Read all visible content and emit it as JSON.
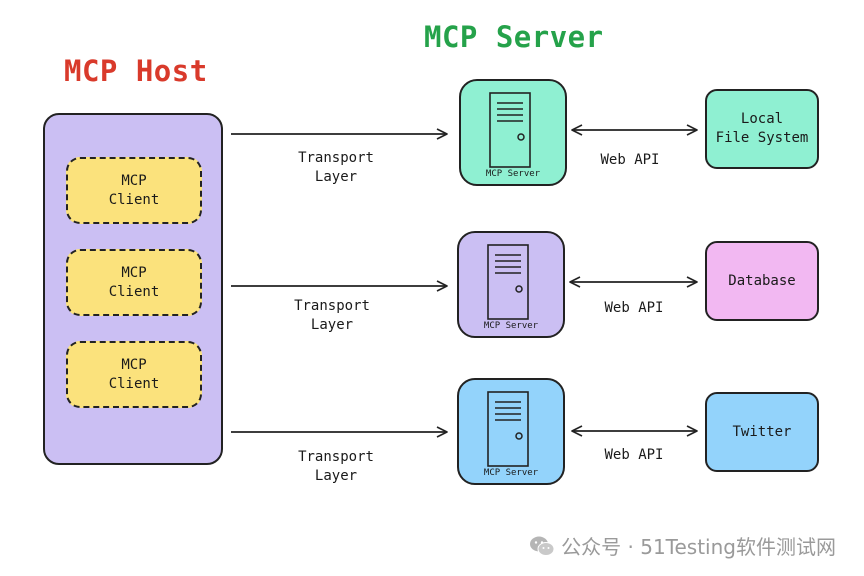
{
  "colors": {
    "host_title": "#d93a2b",
    "server_title": "#25a24a",
    "host_box": "#cbbff3",
    "client_box": "#fbe27c",
    "server_green": "#8ff0d2",
    "server_purple": "#cbbff3",
    "server_blue": "#93d3fb",
    "local_fs": "#8ff0d2",
    "database": "#f2b8f2",
    "twitter": "#93d3fb"
  },
  "host": {
    "title": "MCP Host",
    "clients": [
      "MCP\nClient",
      "MCP\nClient",
      "MCP\nClient"
    ]
  },
  "servers": {
    "title": "MCP Server",
    "items": [
      {
        "label": "MCP Server",
        "color": "#8ff0d2",
        "icon": "server-rack-icon"
      },
      {
        "label": "MCP Server",
        "color": "#cbbff3",
        "icon": "server-rack-icon"
      },
      {
        "label": "MCP Server",
        "color": "#93d3fb",
        "icon": "server-rack-icon"
      }
    ]
  },
  "transport_labels": [
    "Transport\nLayer",
    "Transport\nLayer",
    "Transport\nLayer"
  ],
  "web_api_labels": [
    "Web API",
    "Web API",
    "Web API"
  ],
  "externals": [
    {
      "label": "Local\nFile System",
      "color": "#8ff0d2"
    },
    {
      "label": "Database",
      "color": "#f2b8f2"
    },
    {
      "label": "Twitter",
      "color": "#93d3fb"
    }
  ],
  "watermark": {
    "text": "公众号 · 51Testing软件测试网",
    "icon": "wechat-icon"
  }
}
